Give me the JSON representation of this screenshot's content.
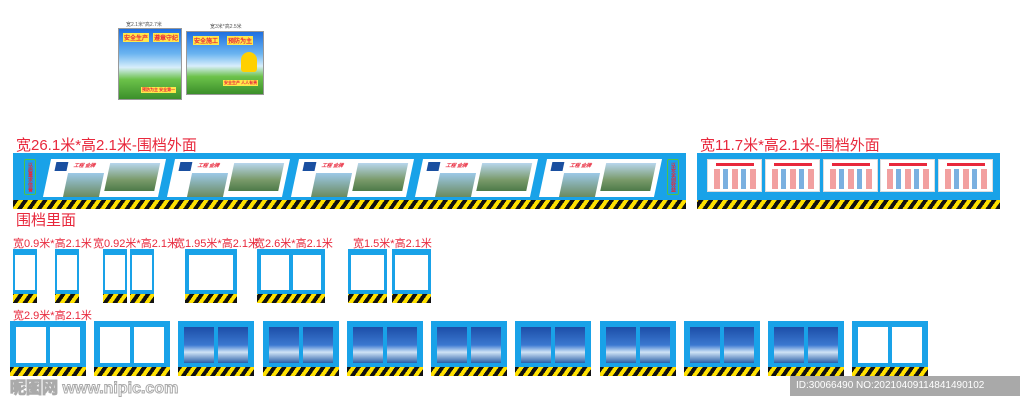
{
  "top_posters": [
    {
      "size_label": "宽2.1米*高2.7米",
      "slogans": [
        "安全生产",
        "遵章守纪",
        "预防为主 安全第一"
      ]
    },
    {
      "size_label": "宽3米*高2.5米",
      "slogans": [
        "安全施工",
        "预防为主",
        "安全生产 人人有责"
      ]
    }
  ],
  "outer_wall_1": {
    "title": "宽26.1米*高2.1米-围档外面",
    "left_slogan": "以质量求信誉",
    "right_slogan": "以安全创效益",
    "segment_slogan": "工程 金牌"
  },
  "outer_wall_2": {
    "title": "宽11.7米*高2.1米-围档外面"
  },
  "inner_section": {
    "title": "围档里面"
  },
  "inner_sizes": [
    "宽0.9米*高2.1米",
    "宽0.92米*高2.1米",
    "宽1.95米*高2.1米",
    "宽2.6米*高2.1米",
    "宽1.5米*高2.1米",
    "宽2.9米*高2.1米"
  ],
  "watermark": {
    "site": "昵图网 www.nipic.com",
    "id": "ID:30066490 NO:20210409114841490102"
  },
  "colors": {
    "accent": "#e8283c",
    "panel_blue": "#19a2e8",
    "hazard_yellow": "#ffe100"
  }
}
